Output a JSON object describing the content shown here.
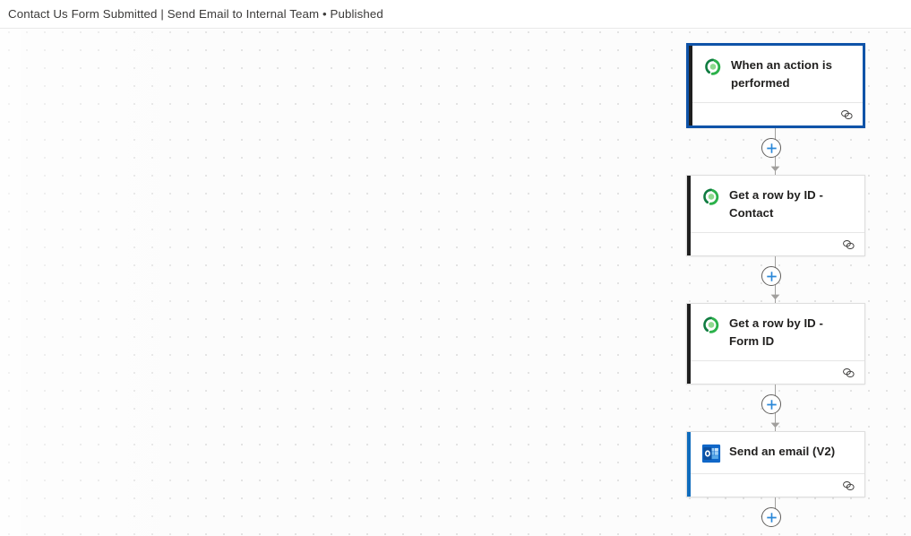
{
  "header": {
    "title": "Contact Us Form Submitted | Send Email to Internal Team  •  Published"
  },
  "colors": {
    "selection_border": "#0f53a8",
    "dataverse_accent": "#1f1f1f",
    "outlook_accent": "#0f6cbd",
    "plus_glyph": "#2b88d8",
    "connector_line": "#a19f9d",
    "canvas_background": "#fcfcfc",
    "grid_dot": "#dfdfdf"
  },
  "flow": {
    "nodes": [
      {
        "id": "when-an-action-is-performed",
        "title": "When an action is performed",
        "icon": "dataverse-icon",
        "accent": "#1f1f1f",
        "selected": true,
        "footer_icon": "link-icon"
      },
      {
        "id": "get-a-row-by-id-contact",
        "title": "Get a row by ID - Contact",
        "icon": "dataverse-icon",
        "accent": "#1f1f1f",
        "selected": false,
        "footer_icon": "link-icon"
      },
      {
        "id": "get-a-row-by-id-form-id",
        "title": "Get a row by ID - Form ID",
        "icon": "dataverse-icon",
        "accent": "#1f1f1f",
        "selected": false,
        "footer_icon": "link-icon"
      },
      {
        "id": "send-an-email-v2",
        "title": "Send an email (V2)",
        "icon": "outlook-icon",
        "accent": "#0f6cbd",
        "selected": false,
        "footer_icon": "link-icon"
      }
    ],
    "connectors": [
      {
        "id": "connector-1",
        "add_label": "+"
      },
      {
        "id": "connector-2",
        "add_label": "+"
      },
      {
        "id": "connector-3",
        "add_label": "+"
      },
      {
        "id": "connector-4",
        "add_label": "+"
      }
    ]
  }
}
